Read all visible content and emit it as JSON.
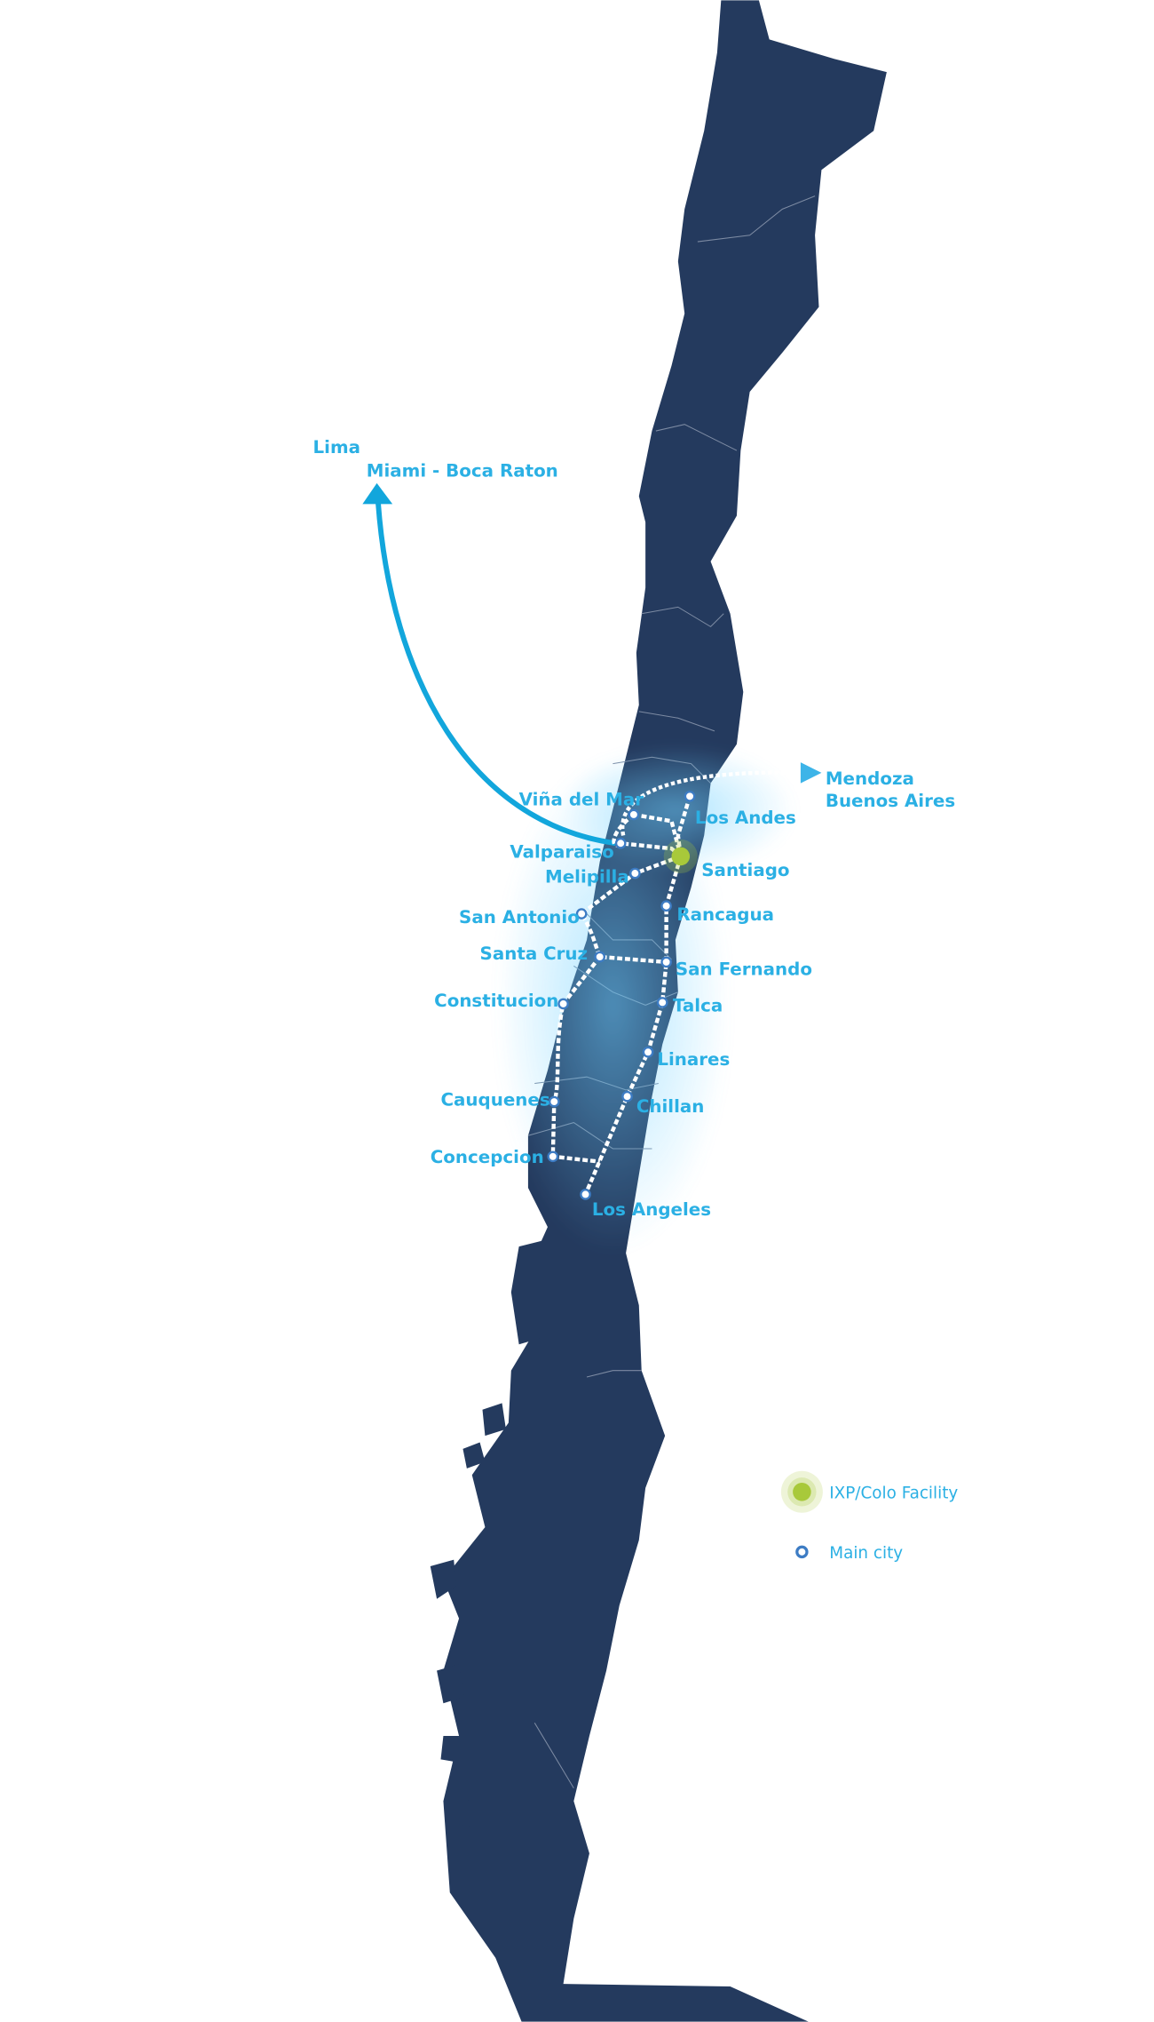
{
  "colors": {
    "land": "#243a5e",
    "accent": "#2bb0e4",
    "route": "#ffffff",
    "ixp": "#a8c93a",
    "city_ring": "#3d7cc4"
  },
  "destinations": {
    "north_1": "Lima",
    "north_2": "Miami - Boca Raton",
    "east_1": "Mendoza",
    "east_2": "Buenos Aires"
  },
  "cities": [
    {
      "name": "Viña del Mar",
      "type": "city"
    },
    {
      "name": "Los Andes",
      "type": "city"
    },
    {
      "name": "Valparaiso",
      "type": "city"
    },
    {
      "name": "Santiago",
      "type": "ixp"
    },
    {
      "name": "Melipilla",
      "type": "city"
    },
    {
      "name": "San Antonio",
      "type": "city"
    },
    {
      "name": "Santa Cruz",
      "type": "city"
    },
    {
      "name": "San Fernando",
      "type": "city"
    },
    {
      "name": "Talca",
      "type": "city"
    },
    {
      "name": "Constitucion",
      "type": "city"
    },
    {
      "name": "Linares",
      "type": "city"
    },
    {
      "name": "Chillan",
      "type": "city"
    },
    {
      "name": "Cauquenes",
      "type": "city"
    },
    {
      "name": "Concepcion",
      "type": "city"
    },
    {
      "name": "Los Angeles",
      "type": "city"
    }
  ],
  "legend": {
    "ixp_label": "IXP/Colo Facility",
    "city_label": "Main city"
  }
}
